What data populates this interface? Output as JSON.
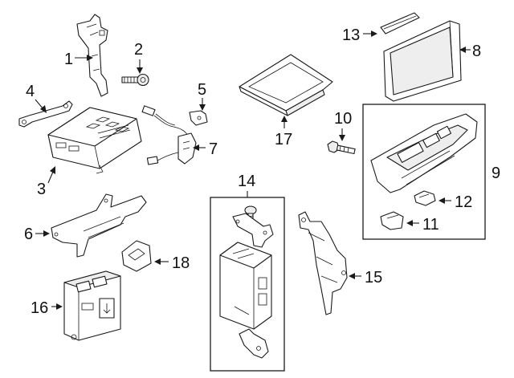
{
  "diagram": {
    "callouts": {
      "p1": "1",
      "p2": "2",
      "p3": "3",
      "p4": "4",
      "p5": "5",
      "p6": "6",
      "p7": "7",
      "p8": "8",
      "p9": "9",
      "p10": "10",
      "p11": "11",
      "p12": "12",
      "p13": "13",
      "p14": "14",
      "p15": "15",
      "p16": "16",
      "p17": "17",
      "p18": "18"
    }
  }
}
